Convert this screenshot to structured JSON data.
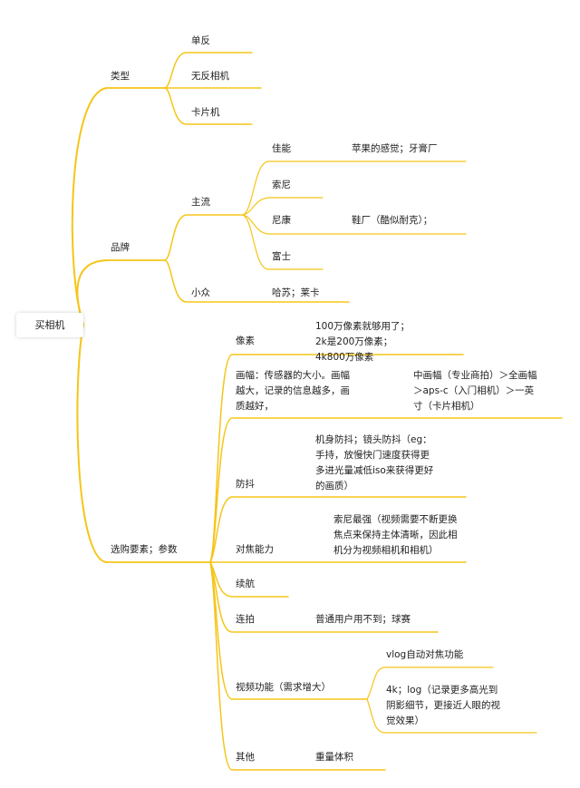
{
  "colors": {
    "line": "#F5C518",
    "root_bg": "#ffffff",
    "text": "#222222"
  },
  "root": "买相机",
  "type": {
    "label": "类型",
    "items": [
      "单反",
      "无反相机",
      "卡片机"
    ]
  },
  "brand": {
    "label": "品牌",
    "main": {
      "label": "主流",
      "canon": {
        "label": "佳能",
        "note": "苹果的感觉；牙膏厂"
      },
      "sony": {
        "label": "索尼"
      },
      "nikon": {
        "label": "尼康",
        "note": "鞋厂（酷似耐克）；"
      },
      "fuji": {
        "label": "富士"
      }
    },
    "niche": {
      "label": "小众",
      "note": "哈苏；莱卡"
    }
  },
  "factors": {
    "label": "选购要素；参数",
    "pixels": {
      "label": "像素",
      "note": "100万像素就够用了；2k是200万像素；4k800万像素"
    },
    "frame": {
      "label": "画幅：传感器的大小。画幅越大，记录的信息越多，画质越好，",
      "note": "中画幅（专业商拍）＞全画幅＞aps-c（入门相机）＞一英寸（卡片相机）"
    },
    "stabilization": {
      "label": "防抖",
      "note": "机身防抖；镜头防抖（eg：手持，放慢快门速度获得更多进光量减低iso来获得更好的画质）"
    },
    "focus": {
      "label": "对焦能力",
      "note": "索尼最强（视频需要不断更换焦点来保持主体清晰，因此相机分为视频相机和相机）"
    },
    "battery": {
      "label": "续航"
    },
    "burst": {
      "label": "连拍",
      "note": "普通用户用不到；球赛"
    },
    "video": {
      "label": "视频功能（需求增大）",
      "items": [
        "vlog自动对焦功能",
        "4k；log（记录更多高光到阴影细节，更接近人眼的视觉效果）"
      ]
    },
    "other": {
      "label": "其他",
      "note": "重量体积"
    }
  }
}
